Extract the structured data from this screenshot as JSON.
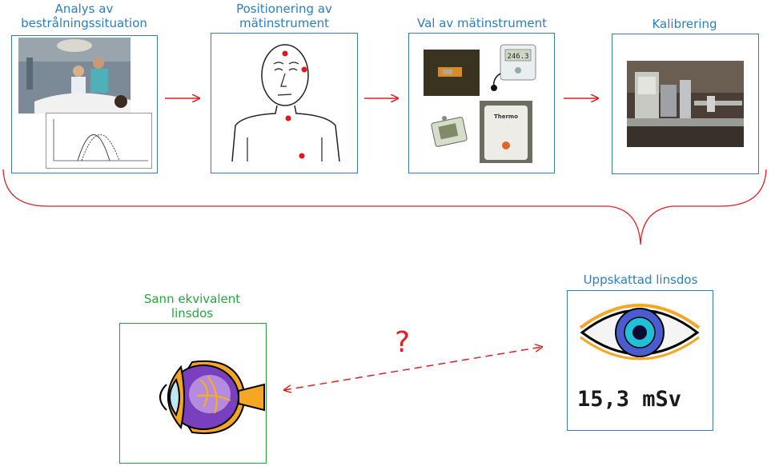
{
  "steps": [
    {
      "label_line1": "Analys av",
      "label_line2": "bestrålningssituation"
    },
    {
      "label_line1": "Positionering av",
      "label_line2": "mätinstrument"
    },
    {
      "label_line1": "Val av mätinstrument",
      "label_line2": ""
    },
    {
      "label_line1": "Kalibrering",
      "label_line2": ""
    }
  ],
  "true_dose": {
    "label_line1": "Sann ekvivalent",
    "label_line2": "linsdos"
  },
  "estimated_dose": {
    "label": "Uppskattad linsdos",
    "value": "15,3 mSv"
  },
  "question_mark": "?",
  "dosimeter_screen": "246.3",
  "device_brand": "Thermo",
  "colors": {
    "label_blue": "#2a7fc0",
    "label_green": "#22a93a",
    "arrow_red": "#e02020",
    "box_border": "#3a7ab8"
  }
}
